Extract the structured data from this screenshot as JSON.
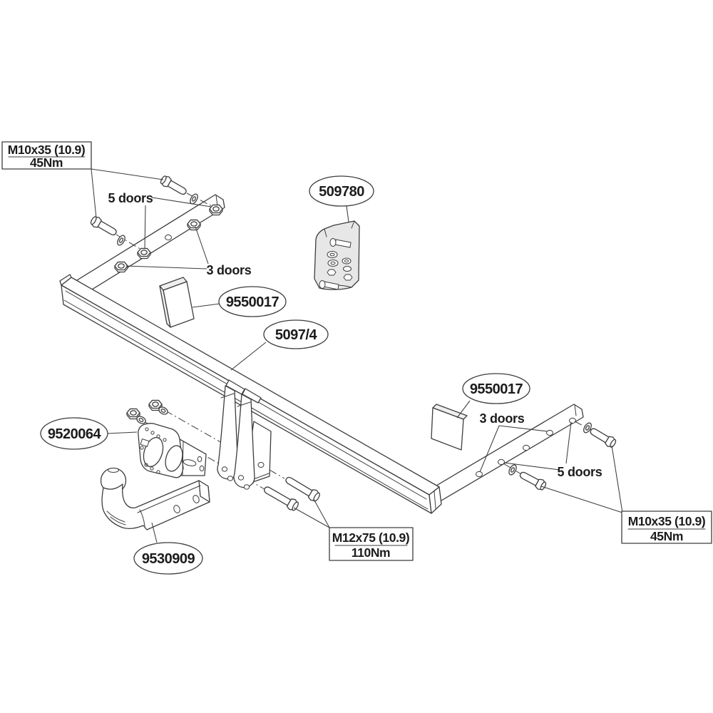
{
  "callouts": {
    "fitting_kit": "509780",
    "spacer_left": "9550017",
    "crossbar": "5097/4",
    "spacer_right": "9550017",
    "socket_plate": "9520064",
    "towball": "9530909"
  },
  "torque_boxes": {
    "m10": {
      "spec": "M10x35 (10.9)",
      "torque": "45Nm"
    },
    "m12": {
      "spec": "M12x75 (10.9)",
      "torque": "110Nm"
    }
  },
  "variant_labels": {
    "five_doors": "5 doors",
    "three_doors": "3 doors"
  },
  "colors": {
    "line": "#3d3d3d",
    "text": "#1c1c1c",
    "shade": "#efefef",
    "background": "#ffffff"
  }
}
